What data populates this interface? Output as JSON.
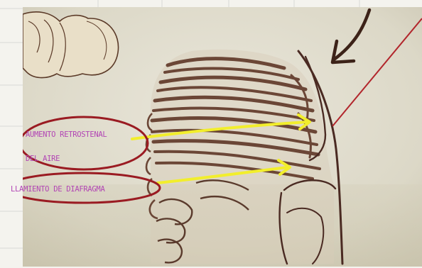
{
  "labels": {
    "retrosternal_line1": "AUMENTO RETROSTENAL",
    "retrosternal_line2": "DEL AIRE",
    "diaphragm": "LLAMIENTO DE DIAFRAGMA"
  },
  "colors": {
    "annotation_text": "#b245b5",
    "circle": "#9a1b22",
    "arrow": "#f2ee2c",
    "pointer_line": "#b2262c",
    "outline": "#4a2a22"
  },
  "icons": {
    "curved_arrow": "curved-arrow-icon"
  }
}
